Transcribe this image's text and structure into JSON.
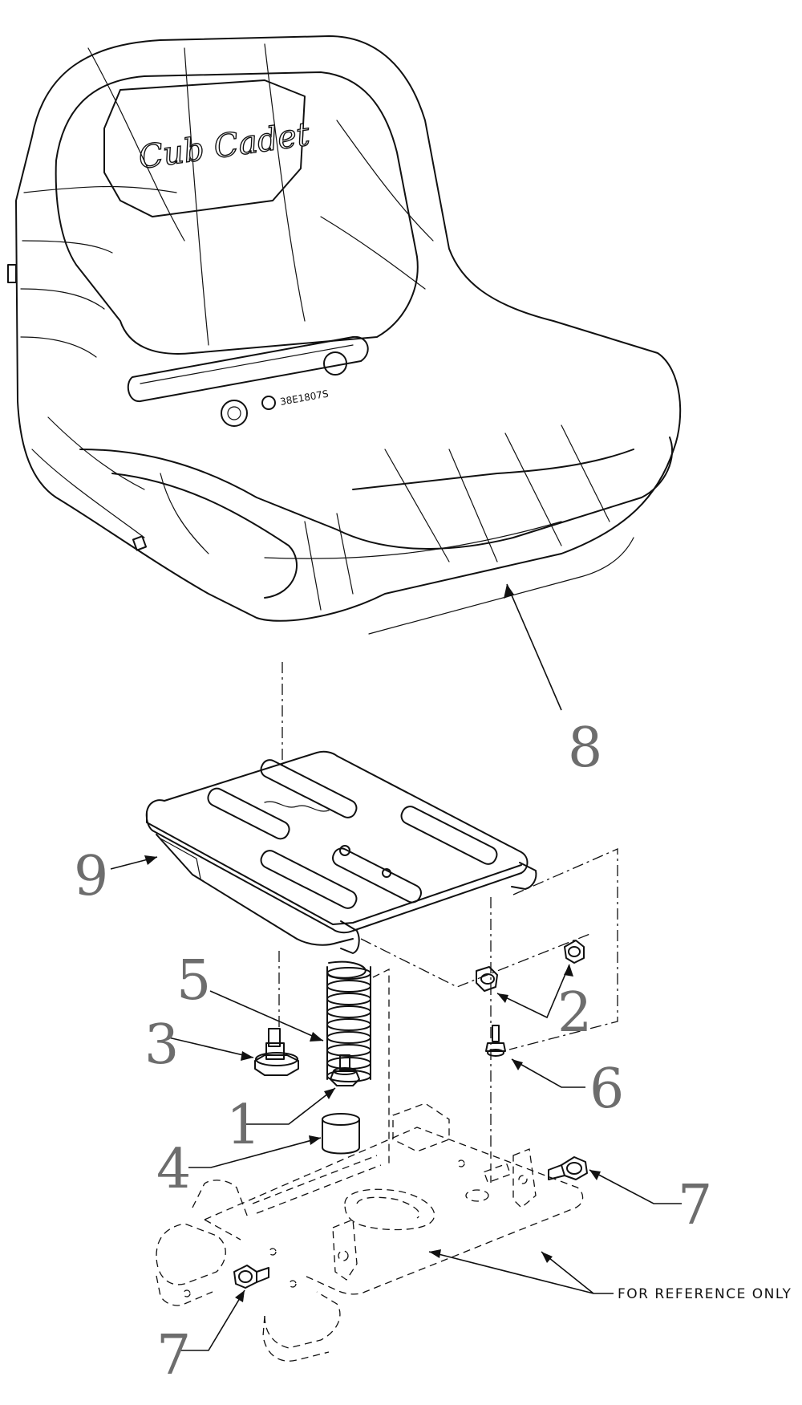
{
  "brand": {
    "logo_text": "Cub Cadet"
  },
  "seat_label": "38E1807S",
  "callouts": {
    "c1": "1",
    "c2": "2",
    "c3": "3",
    "c4": "4",
    "c5": "5",
    "c6": "6",
    "c7a": "7",
    "c7b": "7",
    "c8": "8",
    "c9": "9"
  },
  "reference_note": "FOR REFERENCE ONLY"
}
